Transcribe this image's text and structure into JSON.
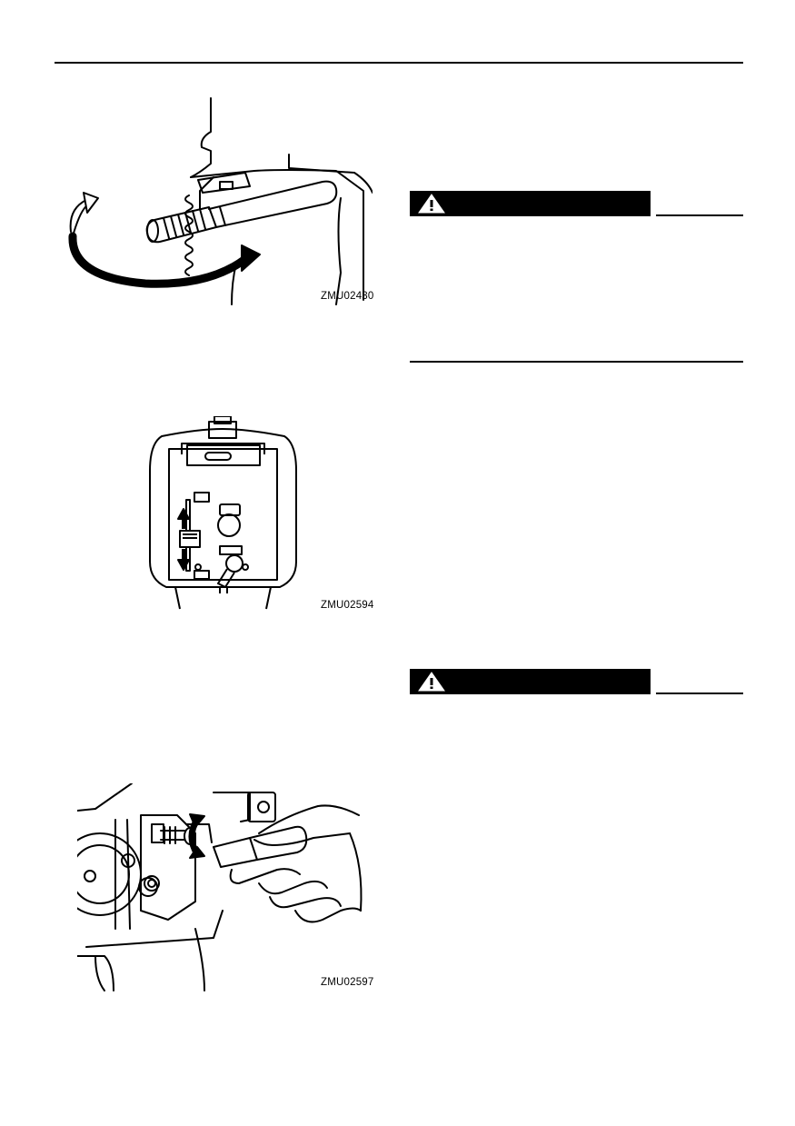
{
  "figures": [
    {
      "id": "tiller-twist",
      "caption": "ZMU02430"
    },
    {
      "id": "control-panel",
      "caption": "ZMU02594"
    },
    {
      "id": "screwdriver-adjust",
      "caption": "ZMU02597"
    }
  ],
  "warnings": [
    {
      "icon": "warning-triangle-icon"
    },
    {
      "icon": "warning-triangle-icon"
    }
  ],
  "colors": {
    "ink": "#000000",
    "paper": "#ffffff"
  }
}
